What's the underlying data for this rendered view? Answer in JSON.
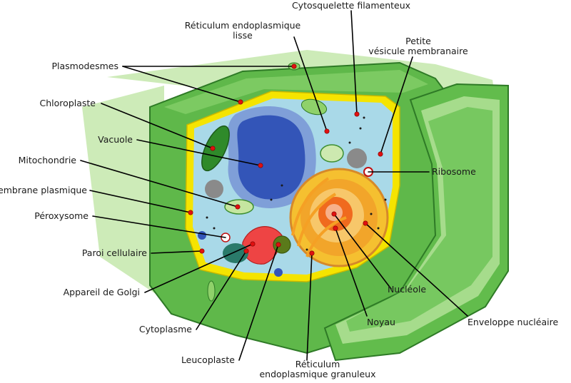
{
  "diagram": {
    "labels": {
      "cytosquelette": "Cytosquelette filamenteux",
      "reticulum_lisse_1": "Réticulum endoplasmique",
      "reticulum_lisse_2": "lisse",
      "petite_vesicule_1": "Petite",
      "petite_vesicule_2": "vésicule membranaire",
      "plasmodesmes": "Plasmodesmes",
      "chloroplaste": "Chloroplaste",
      "vacuole": "Vacuole",
      "mitochondrie": "Mitochondrie",
      "membrane_plasmique": "Membrane plasmique",
      "peroxysome": "Péroxysome",
      "paroi_cellulaire": "Paroi cellulaire",
      "appareil_golgi": "Appareil de Golgi",
      "cytoplasme": "Cytoplasme",
      "leucoplaste": "Leucoplaste",
      "reticulum_granuleux_1": "Réticulum",
      "reticulum_granuleux_2": "endoplasmique granuleux",
      "ribosome": "Ribosome",
      "nucleole": "Nucléole",
      "noyau": "Noyau",
      "enveloppe_nucleaire": "Enveloppe nucléaire"
    },
    "colors": {
      "cell_wall": "#5fb84a",
      "cell_wall_dark": "#3e8f32",
      "background_wall": "#cdebb8",
      "membrane": "#f5e400",
      "cytoplasm": "#a9d9e8",
      "vacuole": "#3355b8",
      "nucleus": "#f2a52a",
      "nucleolus": "#f06a1e",
      "leader_dot": "#e01010"
    }
  }
}
